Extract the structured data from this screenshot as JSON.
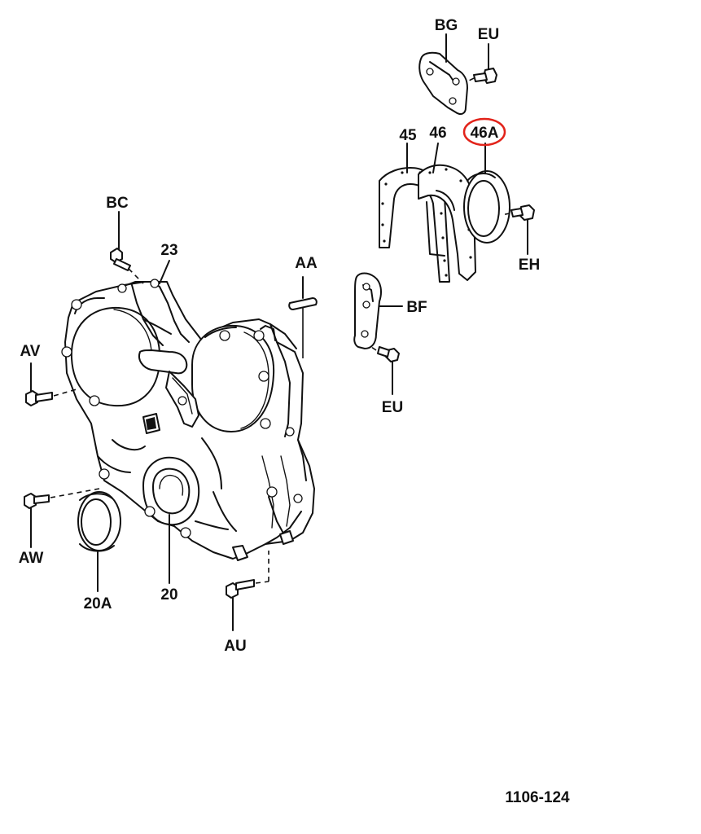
{
  "labels": {
    "BG": "BG",
    "EU_top": "EU",
    "L45": "45",
    "L46": "46",
    "L46A": "46A",
    "EH": "EH",
    "BF": "BF",
    "EU_mid": "EU",
    "BC": "BC",
    "L23": "23",
    "AA": "AA",
    "AV": "AV",
    "AW": "AW",
    "L20A": "20A",
    "L20": "20",
    "AU": "AU"
  },
  "figure_number": "1106-124",
  "colors": {
    "line": "#111111",
    "highlight": "#e2231a",
    "background": "#ffffff"
  },
  "highlighted_part": "46A"
}
